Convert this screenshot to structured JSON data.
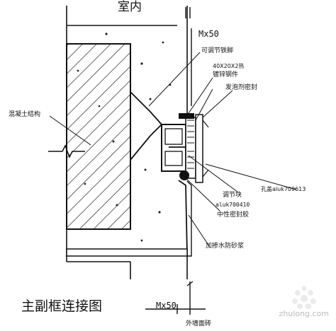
{
  "drawing": {
    "title_top": "室内",
    "dim_top": "Mx50",
    "dim_bottom": "Mx50",
    "caption": "主副框连接图",
    "bottom_label": "外墙面砖"
  },
  "callouts": {
    "adjust_iron": "可调节铁脚",
    "steel_bracket_1": "40X20X2热",
    "steel_bracket_2": "镀锌钢件",
    "foam_seal": "发泡剂密封",
    "concrete": "混凝土结构",
    "adjust_block_1": "调节块",
    "adjust_block_2": "aluk700410",
    "neutral_sealant": "中性密封胶",
    "waterproof_mortar": "加掺水防砂浆",
    "cover_strip": "孔盖aluk709613"
  },
  "watermark": {
    "text": "zhulong.com"
  },
  "colors": {
    "ink": "#111111",
    "watermark": "#bbbbbb"
  }
}
